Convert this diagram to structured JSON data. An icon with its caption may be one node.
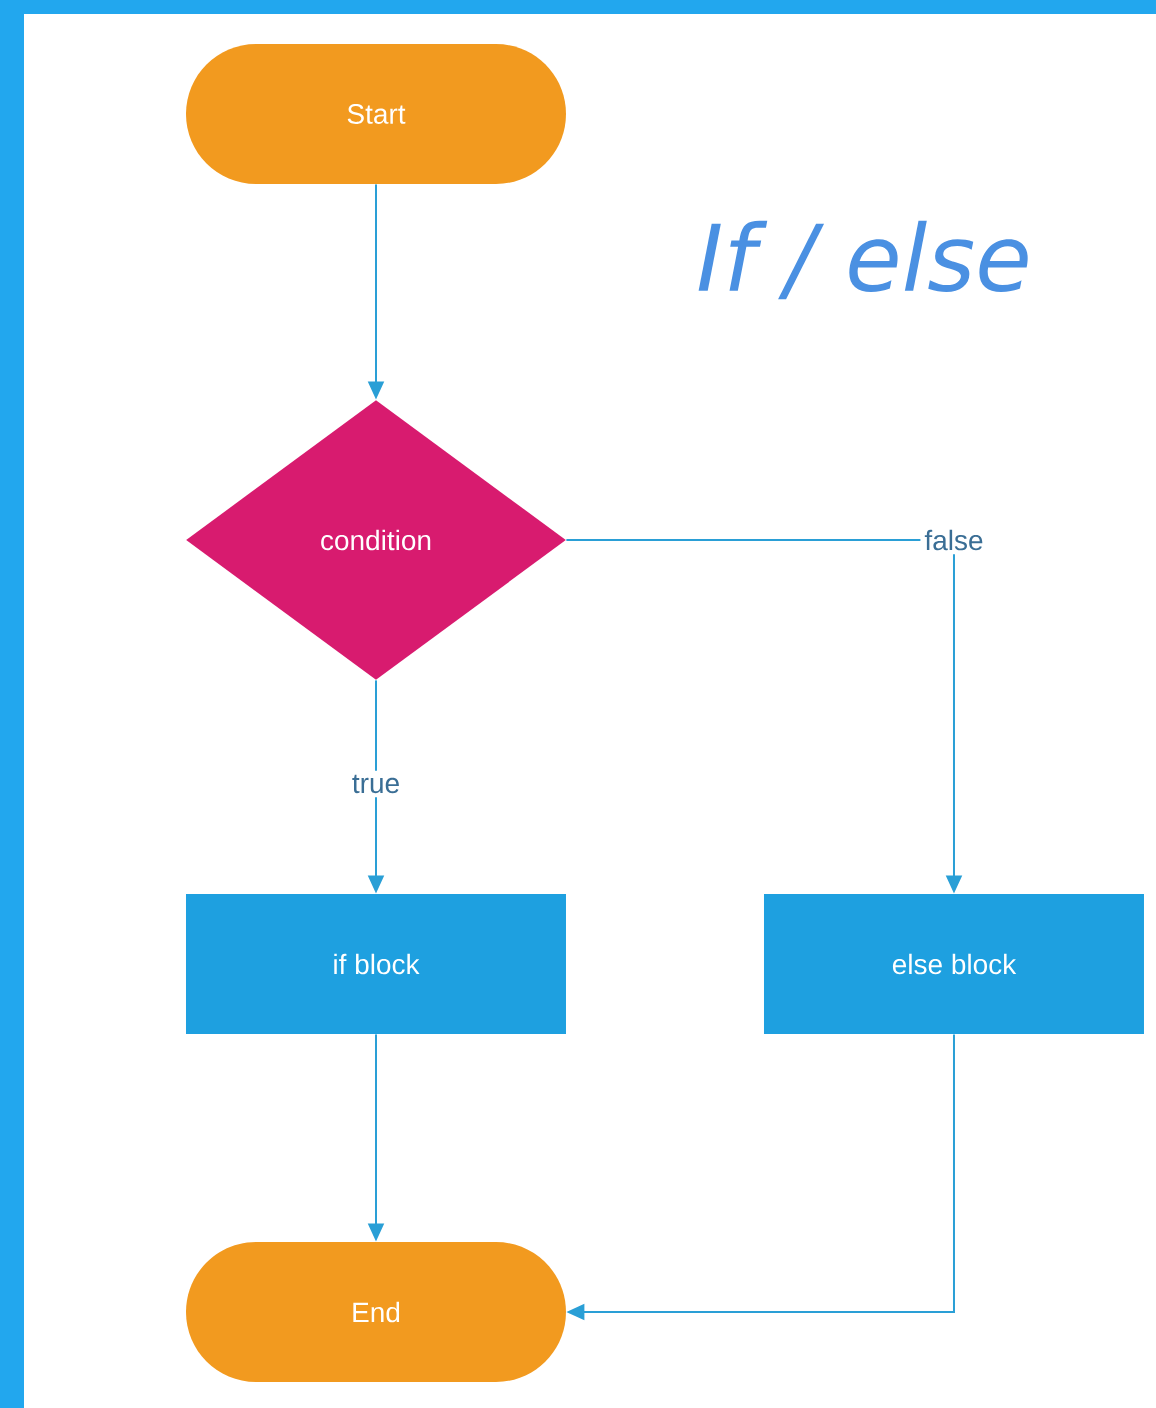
{
  "diagram": {
    "title": "If / else",
    "nodes": [
      {
        "text": [
          "Start"
        ]
      },
      {
        "text": [
          "condition"
        ]
      },
      {
        "text": [
          "if block"
        ]
      },
      {
        "text": [
          "else block"
        ]
      },
      {
        "text": [
          "End"
        ]
      }
    ],
    "edges": [
      {
        "from": 0,
        "to": 1,
        "arrow": "to"
      },
      {
        "from": 1,
        "to": 2,
        "arrow": "to",
        "label": "true"
      },
      {
        "from": 1,
        "to": 3,
        "arrow": "to",
        "label": "false"
      },
      {
        "from": 2,
        "to": 4,
        "arrow": "to"
      },
      {
        "from": 3,
        "to": 4,
        "arrow": "to"
      }
    ]
  }
}
